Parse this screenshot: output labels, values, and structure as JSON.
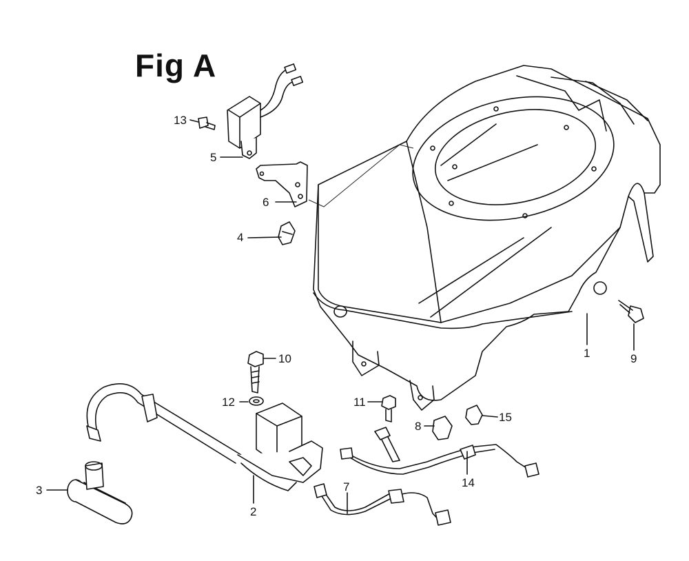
{
  "figure": {
    "title": "Fig A"
  },
  "labels": {
    "p1": "1",
    "p2": "2",
    "p3": "3",
    "p4": "4",
    "p5": "5",
    "p6": "6",
    "p7": "7",
    "p8": "8",
    "p9": "9",
    "p10": "10",
    "p11": "11",
    "p12": "12",
    "p13": "13",
    "p14": "14",
    "p15": "15"
  }
}
